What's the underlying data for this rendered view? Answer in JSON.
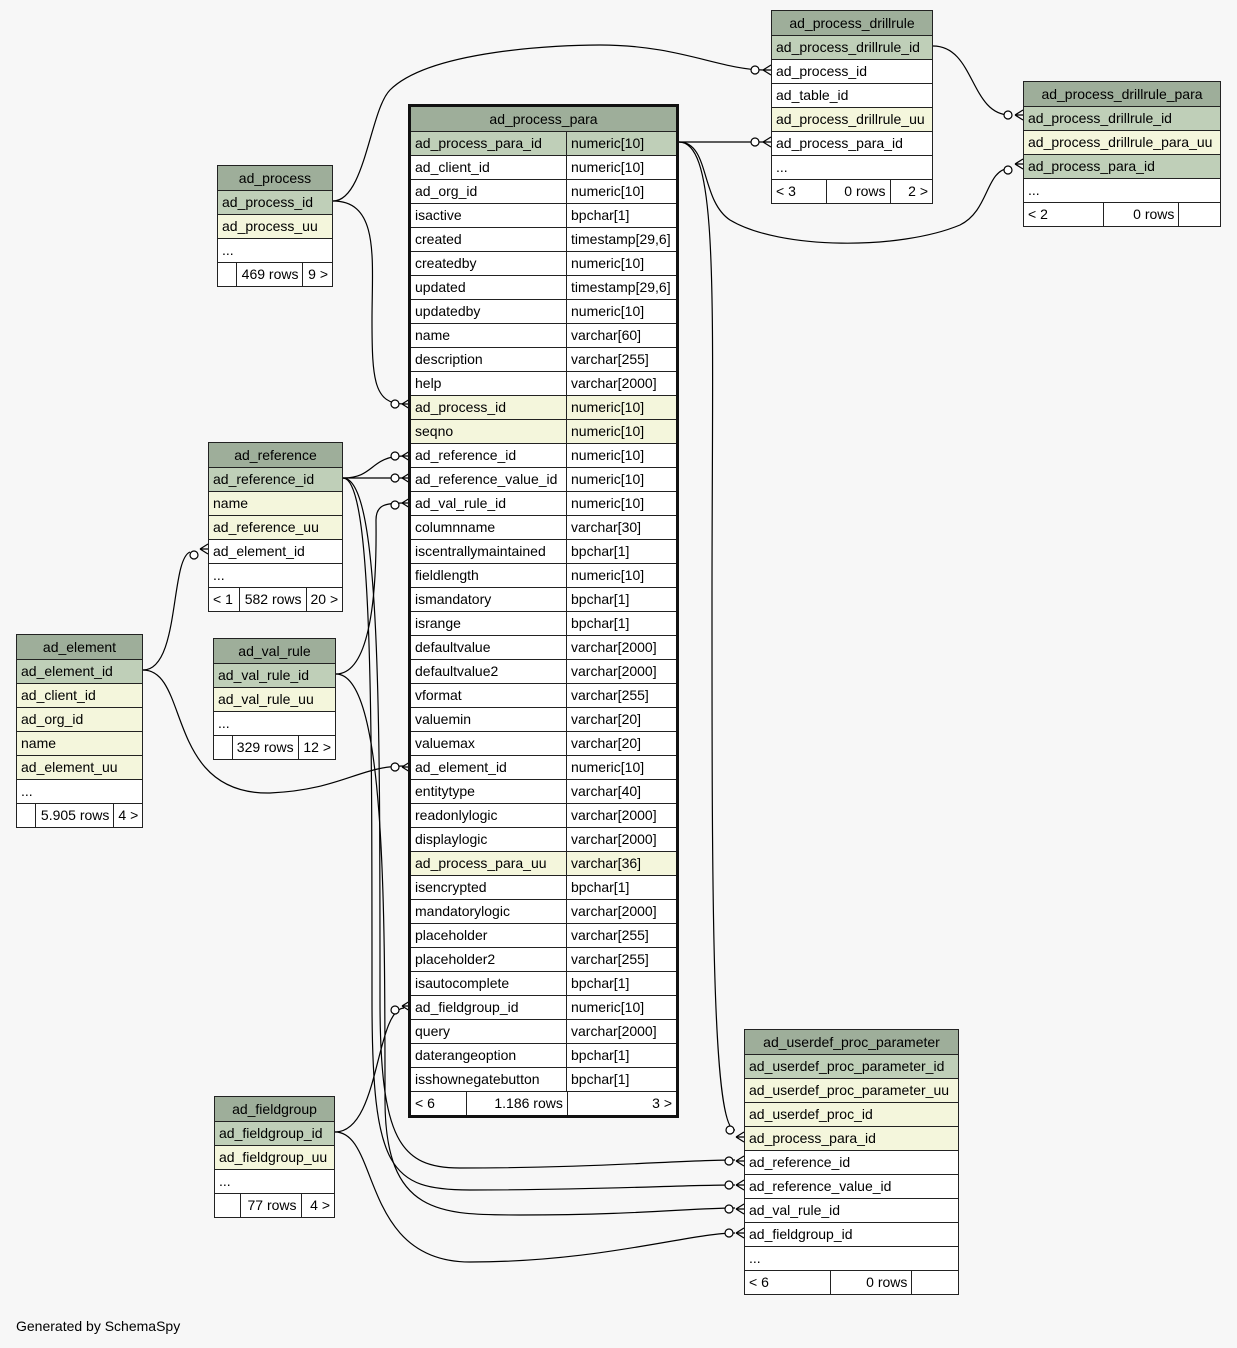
{
  "footer": "Generated by SchemaSpy",
  "tables": {
    "ad_process_drillrule": {
      "name": "ad_process_drillrule",
      "columns": [
        {
          "name": "ad_process_drillrule_id",
          "kind": "pk"
        },
        {
          "name": "ad_process_id",
          "kind": "plain"
        },
        {
          "name": "ad_table_id",
          "kind": "plain"
        },
        {
          "name": "ad_process_drillrule_uu",
          "kind": "idx"
        },
        {
          "name": "ad_process_para_id",
          "kind": "plain"
        },
        {
          "name": "...",
          "kind": "plain"
        }
      ],
      "footer": [
        "< 3",
        "0 rows",
        "2 >"
      ]
    },
    "ad_process_drillrule_para": {
      "name": "ad_process_drillrule_para",
      "columns": [
        {
          "name": "ad_process_drillrule_id",
          "kind": "pk"
        },
        {
          "name": "ad_process_drillrule_para_uu",
          "kind": "idx"
        },
        {
          "name": "ad_process_para_id",
          "kind": "pk"
        },
        {
          "name": "...",
          "kind": "plain"
        }
      ],
      "footer": [
        "< 2",
        "0 rows",
        ""
      ]
    },
    "ad_process": {
      "name": "ad_process",
      "columns": [
        {
          "name": "ad_process_id",
          "kind": "pk"
        },
        {
          "name": "ad_process_uu",
          "kind": "idx"
        },
        {
          "name": "...",
          "kind": "plain"
        }
      ],
      "footer": [
        "",
        "469 rows",
        "9 >"
      ]
    },
    "ad_reference": {
      "name": "ad_reference",
      "columns": [
        {
          "name": "ad_reference_id",
          "kind": "pk"
        },
        {
          "name": "name",
          "kind": "idx"
        },
        {
          "name": "ad_reference_uu",
          "kind": "idx"
        },
        {
          "name": "ad_element_id",
          "kind": "plain"
        },
        {
          "name": "...",
          "kind": "plain"
        }
      ],
      "footer": [
        "< 1",
        "582 rows",
        "20 >"
      ]
    },
    "ad_element": {
      "name": "ad_element",
      "columns": [
        {
          "name": "ad_element_id",
          "kind": "pk"
        },
        {
          "name": "ad_client_id",
          "kind": "idx"
        },
        {
          "name": "ad_org_id",
          "kind": "idx"
        },
        {
          "name": "name",
          "kind": "idx"
        },
        {
          "name": "ad_element_uu",
          "kind": "idx"
        },
        {
          "name": "...",
          "kind": "plain"
        }
      ],
      "footer": [
        "",
        "5.905 rows",
        "4 >"
      ]
    },
    "ad_val_rule": {
      "name": "ad_val_rule",
      "columns": [
        {
          "name": "ad_val_rule_id",
          "kind": "pk"
        },
        {
          "name": "ad_val_rule_uu",
          "kind": "idx"
        },
        {
          "name": "...",
          "kind": "plain"
        }
      ],
      "footer": [
        "",
        "329 rows",
        "12 >"
      ]
    },
    "ad_fieldgroup": {
      "name": "ad_fieldgroup",
      "columns": [
        {
          "name": "ad_fieldgroup_id",
          "kind": "pk"
        },
        {
          "name": "ad_fieldgroup_uu",
          "kind": "idx"
        },
        {
          "name": "...",
          "kind": "plain"
        }
      ],
      "footer": [
        "",
        "77 rows",
        "4 >"
      ]
    },
    "ad_userdef_proc_parameter": {
      "name": "ad_userdef_proc_parameter",
      "columns": [
        {
          "name": "ad_userdef_proc_parameter_id",
          "kind": "pk"
        },
        {
          "name": "ad_userdef_proc_parameter_uu",
          "kind": "idx"
        },
        {
          "name": "ad_userdef_proc_id",
          "kind": "idx"
        },
        {
          "name": "ad_process_para_id",
          "kind": "idx"
        },
        {
          "name": "ad_reference_id",
          "kind": "plain"
        },
        {
          "name": "ad_reference_value_id",
          "kind": "plain"
        },
        {
          "name": "ad_val_rule_id",
          "kind": "plain"
        },
        {
          "name": "ad_fieldgroup_id",
          "kind": "plain"
        },
        {
          "name": "...",
          "kind": "plain"
        }
      ],
      "footer": [
        "< 6",
        "0 rows",
        ""
      ]
    },
    "ad_process_para": {
      "name": "ad_process_para",
      "columns": [
        {
          "name": "ad_process_para_id",
          "type": "numeric[10]",
          "kind": "pk"
        },
        {
          "name": "ad_client_id",
          "type": "numeric[10]",
          "kind": "plain"
        },
        {
          "name": "ad_org_id",
          "type": "numeric[10]",
          "kind": "plain"
        },
        {
          "name": "isactive",
          "type": "bpchar[1]",
          "kind": "plain"
        },
        {
          "name": "created",
          "type": "timestamp[29,6]",
          "kind": "plain"
        },
        {
          "name": "createdby",
          "type": "numeric[10]",
          "kind": "plain"
        },
        {
          "name": "updated",
          "type": "timestamp[29,6]",
          "kind": "plain"
        },
        {
          "name": "updatedby",
          "type": "numeric[10]",
          "kind": "plain"
        },
        {
          "name": "name",
          "type": "varchar[60]",
          "kind": "plain"
        },
        {
          "name": "description",
          "type": "varchar[255]",
          "kind": "plain"
        },
        {
          "name": "help",
          "type": "varchar[2000]",
          "kind": "plain"
        },
        {
          "name": "ad_process_id",
          "type": "numeric[10]",
          "kind": "idx"
        },
        {
          "name": "seqno",
          "type": "numeric[10]",
          "kind": "idx"
        },
        {
          "name": "ad_reference_id",
          "type": "numeric[10]",
          "kind": "plain"
        },
        {
          "name": "ad_reference_value_id",
          "type": "numeric[10]",
          "kind": "plain"
        },
        {
          "name": "ad_val_rule_id",
          "type": "numeric[10]",
          "kind": "plain"
        },
        {
          "name": "columnname",
          "type": "varchar[30]",
          "kind": "plain"
        },
        {
          "name": "iscentrallymaintained",
          "type": "bpchar[1]",
          "kind": "plain"
        },
        {
          "name": "fieldlength",
          "type": "numeric[10]",
          "kind": "plain"
        },
        {
          "name": "ismandatory",
          "type": "bpchar[1]",
          "kind": "plain"
        },
        {
          "name": "isrange",
          "type": "bpchar[1]",
          "kind": "plain"
        },
        {
          "name": "defaultvalue",
          "type": "varchar[2000]",
          "kind": "plain"
        },
        {
          "name": "defaultvalue2",
          "type": "varchar[2000]",
          "kind": "plain"
        },
        {
          "name": "vformat",
          "type": "varchar[255]",
          "kind": "plain"
        },
        {
          "name": "valuemin",
          "type": "varchar[20]",
          "kind": "plain"
        },
        {
          "name": "valuemax",
          "type": "varchar[20]",
          "kind": "plain"
        },
        {
          "name": "ad_element_id",
          "type": "numeric[10]",
          "kind": "plain"
        },
        {
          "name": "entitytype",
          "type": "varchar[40]",
          "kind": "plain"
        },
        {
          "name": "readonlylogic",
          "type": "varchar[2000]",
          "kind": "plain"
        },
        {
          "name": "displaylogic",
          "type": "varchar[2000]",
          "kind": "plain"
        },
        {
          "name": "ad_process_para_uu",
          "type": "varchar[36]",
          "kind": "idx"
        },
        {
          "name": "isencrypted",
          "type": "bpchar[1]",
          "kind": "plain"
        },
        {
          "name": "mandatorylogic",
          "type": "varchar[2000]",
          "kind": "plain"
        },
        {
          "name": "placeholder",
          "type": "varchar[255]",
          "kind": "plain"
        },
        {
          "name": "placeholder2",
          "type": "varchar[255]",
          "kind": "plain"
        },
        {
          "name": "isautocomplete",
          "type": "bpchar[1]",
          "kind": "plain"
        },
        {
          "name": "ad_fieldgroup_id",
          "type": "numeric[10]",
          "kind": "plain"
        },
        {
          "name": "query",
          "type": "varchar[2000]",
          "kind": "plain"
        },
        {
          "name": "daterangeoption",
          "type": "bpchar[1]",
          "kind": "plain"
        },
        {
          "name": "isshownegatebutton",
          "type": "bpchar[1]",
          "kind": "plain"
        }
      ],
      "footer": [
        "< 6",
        "1.186 rows",
        "3 >"
      ]
    }
  },
  "colors": {
    "header": "#9eae9a",
    "primary_key": "#bfcfb8",
    "indexed": "#f4f6dc",
    "background": "#f7f7f7"
  }
}
